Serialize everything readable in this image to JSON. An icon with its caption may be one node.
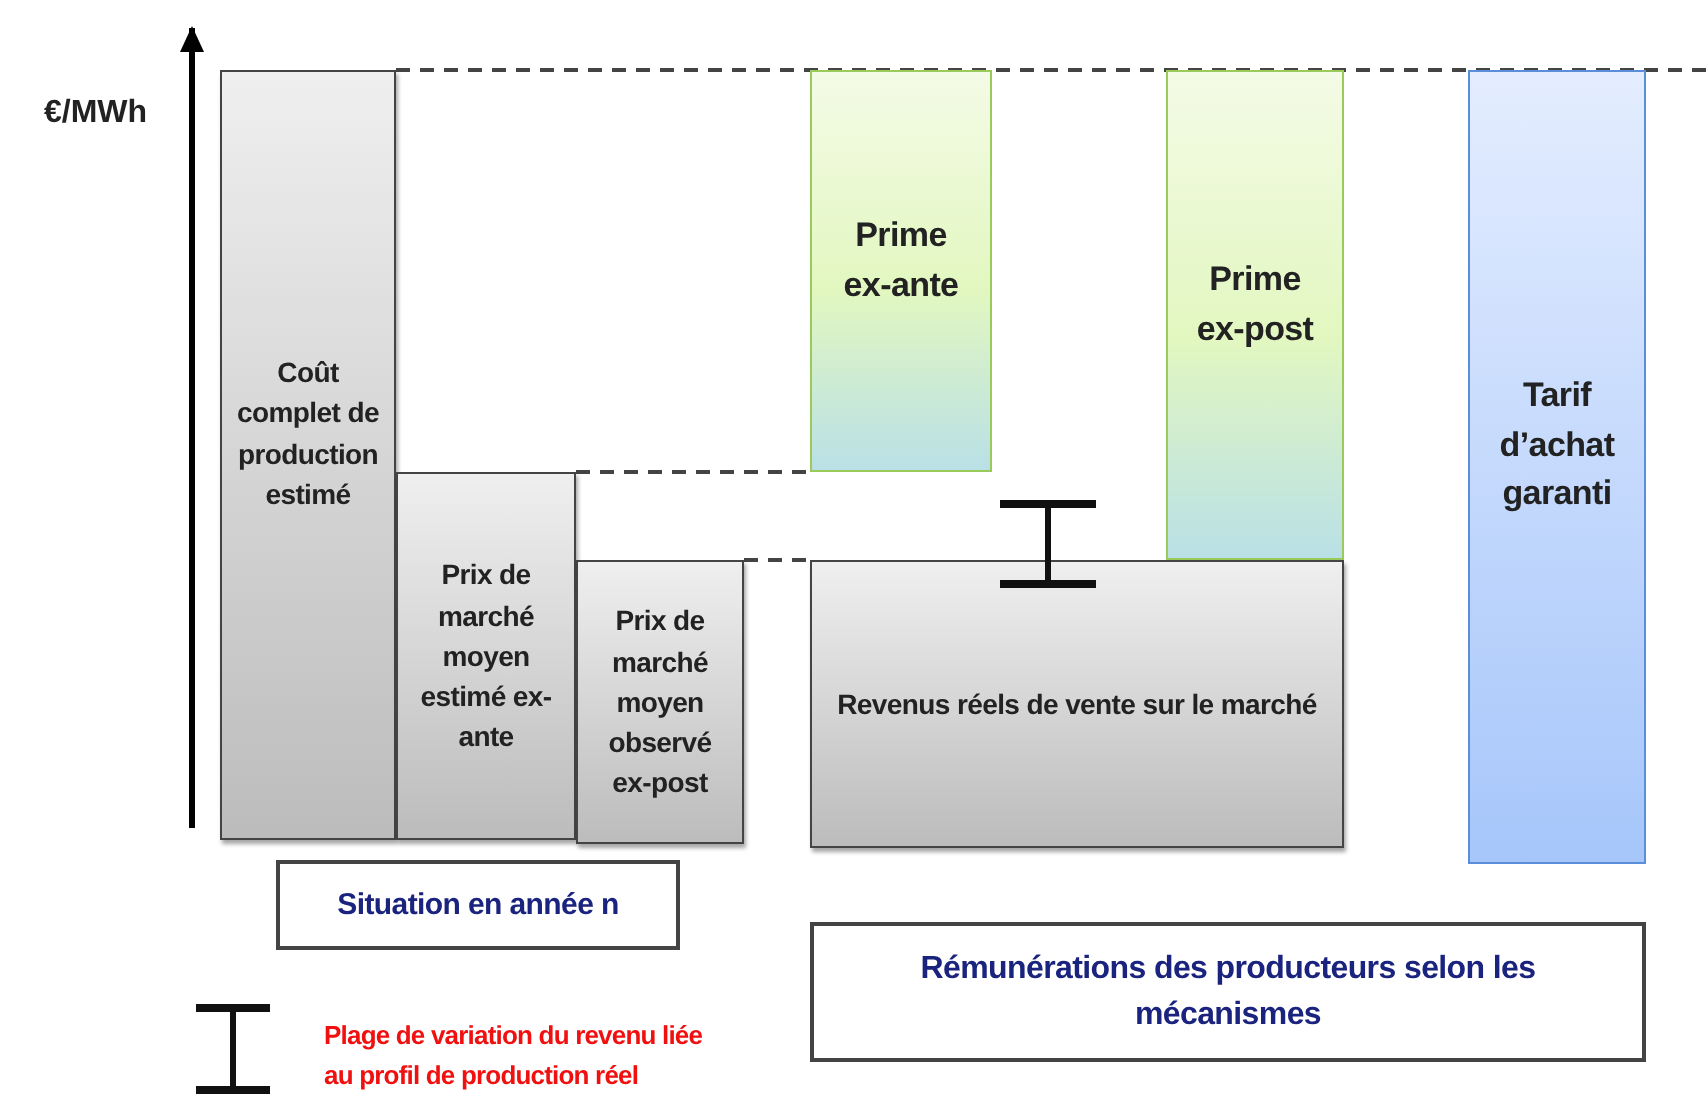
{
  "diagram": {
    "nodes": [
      {
        "text": [
          "Coût complet de production estimé"
        ]
      },
      {
        "text": [
          "Prix de marché moyen estimé ex-ante"
        ]
      },
      {
        "text": [
          "Prix de marché moyen observé ex-post"
        ]
      },
      {
        "text": [
          "Prime ex-ante"
        ]
      },
      {
        "text": [
          "Prime ex-post"
        ]
      },
      {
        "text": [
          "Revenus réels de vente sur le marché"
        ]
      },
      {
        "text": [
          "Tarif d’achat garanti"
        ]
      },
      {
        "text": [
          "Situation en année n"
        ]
      },
      {
        "text": [
          "Rémunérations des producteurs selon les mécanismes"
        ]
      }
    ],
    "edges": [
      {
        "from": 1,
        "to": 3,
        "arrow": "none",
        "style": "dashed"
      },
      {
        "from": 2,
        "to": 5,
        "arrow": "none",
        "style": "dashed"
      }
    ],
    "labels": [
      "€/MWh"
    ],
    "legend": [
      {
        "text": "Plage de variation du revenu liée au profil de production réel"
      }
    ]
  }
}
